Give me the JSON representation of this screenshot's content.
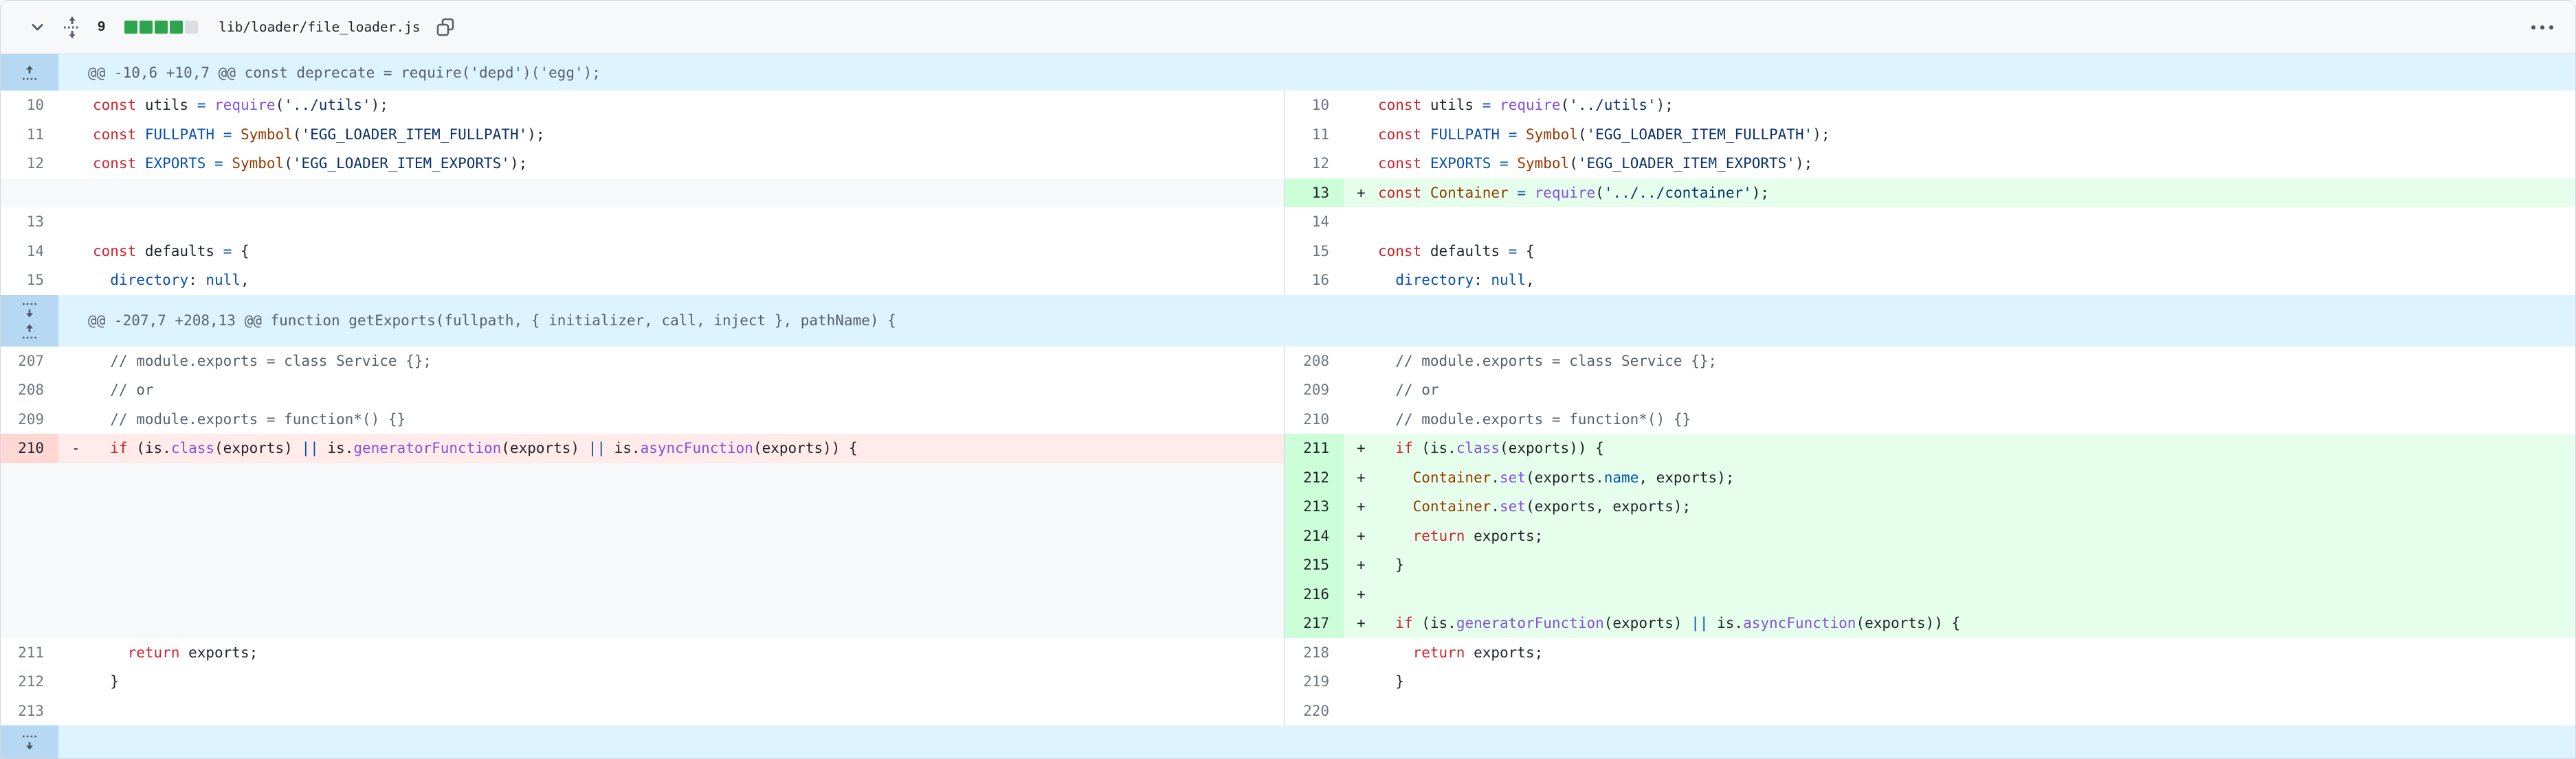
{
  "file_header": {
    "changes_count": "9",
    "diffstat": {
      "added_blocks": 4,
      "neutral_blocks": 1
    },
    "filename": "lib/loader/file_loader.js",
    "kebab_menu": "…"
  },
  "colors": {
    "keyword": "#cf222e",
    "constant": "#0550ae",
    "entity": "#8250df",
    "class_name": "#953800",
    "string": "#0a3069",
    "comment": "#57606a",
    "plain": "#1f2328",
    "num_color": "#6e7781",
    "hunk_text": "#57606a",
    "hunk_bg": "#ddf4ff",
    "hunk_gutter_bg": "#b6d8f2",
    "add_bg": "#e6ffec",
    "add_num_bg": "#ccffd8",
    "del_bg": "#ffebe9",
    "del_num_bg": "#ffd7d5",
    "empty_bg": "#f6f8fa",
    "header_bg": "#f6f8fa",
    "border": "#d0d7de",
    "green": "#2da44e",
    "neutral_block": "#d8dee4",
    "icon": "#57606a"
  },
  "diff": {
    "blocks": [
      {
        "kind": "hunk",
        "expanders": [
          "up"
        ],
        "text": "@@ -10,6 +10,7 @@ const deprecate = require('depd')('egg');"
      },
      {
        "kind": "row",
        "l": {
          "n": "10",
          "t": "ctx",
          "c": [
            [
              "const",
              "k"
            ],
            [
              " utils ",
              "p"
            ],
            [
              "=",
              "v"
            ],
            [
              " ",
              "p"
            ],
            [
              "require",
              "e"
            ],
            [
              "(",
              "p"
            ],
            [
              "'../utils'",
              "s"
            ],
            [
              ");",
              "p"
            ]
          ]
        },
        "r": {
          "n": "10",
          "t": "ctx",
          "c": [
            [
              "const",
              "k"
            ],
            [
              " utils ",
              "p"
            ],
            [
              "=",
              "v"
            ],
            [
              " ",
              "p"
            ],
            [
              "require",
              "e"
            ],
            [
              "(",
              "p"
            ],
            [
              "'../utils'",
              "s"
            ],
            [
              ");",
              "p"
            ]
          ]
        }
      },
      {
        "kind": "row",
        "l": {
          "n": "11",
          "t": "ctx",
          "c": [
            [
              "const",
              "k"
            ],
            [
              " ",
              "p"
            ],
            [
              "FULLPATH",
              "v"
            ],
            [
              " ",
              "p"
            ],
            [
              "=",
              "v"
            ],
            [
              " ",
              "p"
            ],
            [
              "Symbol",
              "b"
            ],
            [
              "(",
              "p"
            ],
            [
              "'EGG_LOADER_ITEM_FULLPATH'",
              "s"
            ],
            [
              ");",
              "p"
            ]
          ]
        },
        "r": {
          "n": "11",
          "t": "ctx",
          "c": [
            [
              "const",
              "k"
            ],
            [
              " ",
              "p"
            ],
            [
              "FULLPATH",
              "v"
            ],
            [
              " ",
              "p"
            ],
            [
              "=",
              "v"
            ],
            [
              " ",
              "p"
            ],
            [
              "Symbol",
              "b"
            ],
            [
              "(",
              "p"
            ],
            [
              "'EGG_LOADER_ITEM_FULLPATH'",
              "s"
            ],
            [
              ");",
              "p"
            ]
          ]
        }
      },
      {
        "kind": "row",
        "l": {
          "n": "12",
          "t": "ctx",
          "c": [
            [
              "const",
              "k"
            ],
            [
              " ",
              "p"
            ],
            [
              "EXPORTS",
              "v"
            ],
            [
              " ",
              "p"
            ],
            [
              "=",
              "v"
            ],
            [
              " ",
              "p"
            ],
            [
              "Symbol",
              "b"
            ],
            [
              "(",
              "p"
            ],
            [
              "'EGG_LOADER_ITEM_EXPORTS'",
              "s"
            ],
            [
              ");",
              "p"
            ]
          ]
        },
        "r": {
          "n": "12",
          "t": "ctx",
          "c": [
            [
              "const",
              "k"
            ],
            [
              " ",
              "p"
            ],
            [
              "EXPORTS",
              "v"
            ],
            [
              " ",
              "p"
            ],
            [
              "=",
              "v"
            ],
            [
              " ",
              "p"
            ],
            [
              "Symbol",
              "b"
            ],
            [
              "(",
              "p"
            ],
            [
              "'EGG_LOADER_ITEM_EXPORTS'",
              "s"
            ],
            [
              ");",
              "p"
            ]
          ]
        }
      },
      {
        "kind": "row",
        "l": {
          "t": "empty"
        },
        "r": {
          "n": "13",
          "t": "add",
          "c": [
            [
              "const",
              "k"
            ],
            [
              " ",
              "p"
            ],
            [
              "Container",
              "b"
            ],
            [
              " ",
              "p"
            ],
            [
              "=",
              "v"
            ],
            [
              " ",
              "p"
            ],
            [
              "require",
              "e"
            ],
            [
              "(",
              "p"
            ],
            [
              "'../../container'",
              "s"
            ],
            [
              ");",
              "p"
            ]
          ]
        }
      },
      {
        "kind": "row",
        "l": {
          "n": "13",
          "t": "ctx",
          "c": []
        },
        "r": {
          "n": "14",
          "t": "ctx",
          "c": []
        }
      },
      {
        "kind": "row",
        "l": {
          "n": "14",
          "t": "ctx",
          "c": [
            [
              "const",
              "k"
            ],
            [
              " defaults ",
              "p"
            ],
            [
              "=",
              "v"
            ],
            [
              " {",
              "p"
            ]
          ]
        },
        "r": {
          "n": "15",
          "t": "ctx",
          "c": [
            [
              "const",
              "k"
            ],
            [
              " defaults ",
              "p"
            ],
            [
              "=",
              "v"
            ],
            [
              " {",
              "p"
            ]
          ]
        }
      },
      {
        "kind": "row",
        "l": {
          "n": "15",
          "t": "ctx",
          "c": [
            [
              "  ",
              "p"
            ],
            [
              "directory",
              "v"
            ],
            [
              ": ",
              "p"
            ],
            [
              "null",
              "v"
            ],
            [
              ",",
              "p"
            ]
          ]
        },
        "r": {
          "n": "16",
          "t": "ctx",
          "c": [
            [
              "  ",
              "p"
            ],
            [
              "directory",
              "v"
            ],
            [
              ": ",
              "p"
            ],
            [
              "null",
              "v"
            ],
            [
              ",",
              "p"
            ]
          ]
        }
      },
      {
        "kind": "hunk",
        "expanders": [
          "down",
          "up"
        ],
        "text": "@@ -207,7 +208,13 @@ function getExports(fullpath, { initializer, call, inject }, pathName) {"
      },
      {
        "kind": "row",
        "l": {
          "n": "207",
          "t": "ctx",
          "c": [
            [
              "  // module.exports = class Service {};",
              "c"
            ]
          ]
        },
        "r": {
          "n": "208",
          "t": "ctx",
          "c": [
            [
              "  // module.exports = class Service {};",
              "c"
            ]
          ]
        }
      },
      {
        "kind": "row",
        "l": {
          "n": "208",
          "t": "ctx",
          "c": [
            [
              "  // or",
              "c"
            ]
          ]
        },
        "r": {
          "n": "209",
          "t": "ctx",
          "c": [
            [
              "  // or",
              "c"
            ]
          ]
        }
      },
      {
        "kind": "row",
        "l": {
          "n": "209",
          "t": "ctx",
          "c": [
            [
              "  // module.exports = function*() {}",
              "c"
            ]
          ]
        },
        "r": {
          "n": "210",
          "t": "ctx",
          "c": [
            [
              "  // module.exports = function*() {}",
              "c"
            ]
          ]
        }
      },
      {
        "kind": "row",
        "l": {
          "n": "210",
          "t": "del",
          "c": [
            [
              "  ",
              "p"
            ],
            [
              "if",
              "k"
            ],
            [
              " (is.",
              "p"
            ],
            [
              "class",
              "e"
            ],
            [
              "(exports) ",
              "p"
            ],
            [
              "||",
              "v"
            ],
            [
              " is.",
              "p"
            ],
            [
              "generatorFunction",
              "e"
            ],
            [
              "(exports) ",
              "p"
            ],
            [
              "||",
              "v"
            ],
            [
              " is.",
              "p"
            ],
            [
              "asyncFunction",
              "e"
            ],
            [
              "(exports)) {",
              "p"
            ]
          ]
        },
        "r": {
          "n": "211",
          "t": "add",
          "c": [
            [
              "  ",
              "p"
            ],
            [
              "if",
              "k"
            ],
            [
              " (is.",
              "p"
            ],
            [
              "class",
              "e"
            ],
            [
              "(exports)) {",
              "p"
            ]
          ]
        }
      },
      {
        "kind": "row",
        "l": {
          "t": "empty"
        },
        "r": {
          "n": "212",
          "t": "add",
          "c": [
            [
              "    ",
              "p"
            ],
            [
              "Container",
              "b"
            ],
            [
              ".",
              "p"
            ],
            [
              "set",
              "e"
            ],
            [
              "(exports.",
              "p"
            ],
            [
              "name",
              "v"
            ],
            [
              ", exports);",
              "p"
            ]
          ]
        }
      },
      {
        "kind": "row",
        "l": {
          "t": "empty"
        },
        "r": {
          "n": "213",
          "t": "add",
          "c": [
            [
              "    ",
              "p"
            ],
            [
              "Container",
              "b"
            ],
            [
              ".",
              "p"
            ],
            [
              "set",
              "e"
            ],
            [
              "(exports, exports);",
              "p"
            ]
          ]
        }
      },
      {
        "kind": "row",
        "l": {
          "t": "empty"
        },
        "r": {
          "n": "214",
          "t": "add",
          "c": [
            [
              "    ",
              "p"
            ],
            [
              "return",
              "k"
            ],
            [
              " exports;",
              "p"
            ]
          ]
        }
      },
      {
        "kind": "row",
        "l": {
          "t": "empty"
        },
        "r": {
          "n": "215",
          "t": "add",
          "c": [
            [
              "  }",
              "p"
            ]
          ]
        }
      },
      {
        "kind": "row",
        "l": {
          "t": "empty"
        },
        "r": {
          "n": "216",
          "t": "add",
          "c": []
        }
      },
      {
        "kind": "row",
        "l": {
          "t": "empty"
        },
        "r": {
          "n": "217",
          "t": "add",
          "c": [
            [
              "  ",
              "p"
            ],
            [
              "if",
              "k"
            ],
            [
              " (is.",
              "p"
            ],
            [
              "generatorFunction",
              "e"
            ],
            [
              "(exports) ",
              "p"
            ],
            [
              "||",
              "v"
            ],
            [
              " is.",
              "p"
            ],
            [
              "asyncFunction",
              "e"
            ],
            [
              "(exports)) {",
              "p"
            ]
          ]
        }
      },
      {
        "kind": "row",
        "l": {
          "n": "211",
          "t": "ctx",
          "c": [
            [
              "    ",
              "p"
            ],
            [
              "return",
              "k"
            ],
            [
              " exports;",
              "p"
            ]
          ]
        },
        "r": {
          "n": "218",
          "t": "ctx",
          "c": [
            [
              "    ",
              "p"
            ],
            [
              "return",
              "k"
            ],
            [
              " exports;",
              "p"
            ]
          ]
        }
      },
      {
        "kind": "row",
        "l": {
          "n": "212",
          "t": "ctx",
          "c": [
            [
              "  }",
              "p"
            ]
          ]
        },
        "r": {
          "n": "219",
          "t": "ctx",
          "c": [
            [
              "  }",
              "p"
            ]
          ]
        }
      },
      {
        "kind": "row",
        "l": {
          "n": "213",
          "t": "ctx",
          "c": []
        },
        "r": {
          "n": "220",
          "t": "ctx",
          "c": []
        }
      },
      {
        "kind": "end",
        "expanders": [
          "down"
        ]
      }
    ]
  }
}
